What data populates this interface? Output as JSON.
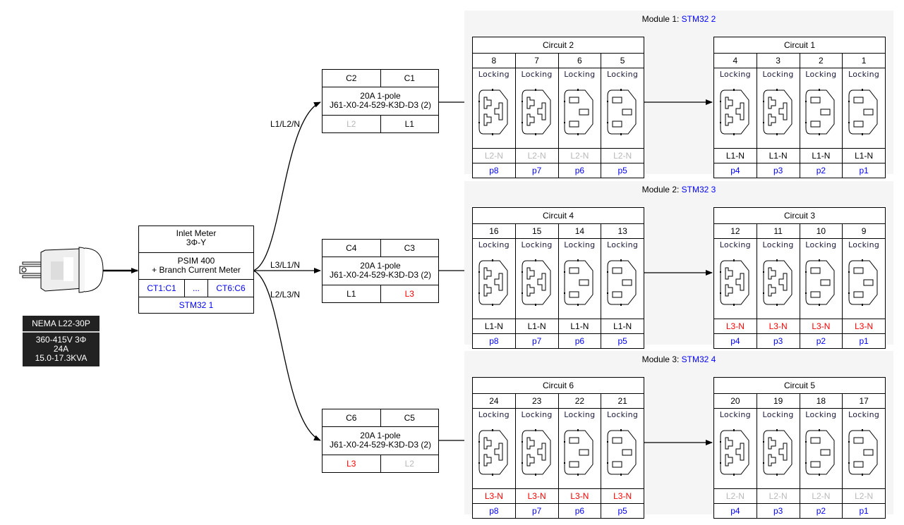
{
  "colors": {
    "blue": "#0000ff",
    "red": "#ff0000",
    "gray": "#b8b8b8",
    "panel": "#f5f5f5",
    "plug_label_bg": "#222222"
  },
  "plug": {
    "icon": "nema-l22-30p-plug-icon",
    "title": "NEMA L22-30P",
    "spec_lines": [
      "360-415V 3Φ",
      "24A",
      "15.0-17.3KVA"
    ]
  },
  "meter": {
    "title": "Inlet Meter",
    "subtitle": "3Φ-Y",
    "model": "PSIM 400",
    "model_sub": "+ Branch Current Meter",
    "ct_first": "CT1:C1",
    "ct_ellipsis": "...",
    "ct_last": "CT6:C6",
    "controller": "STM32 1"
  },
  "feeds": [
    {
      "label": "L1/L2/N"
    },
    {
      "label": "L3/L1/N"
    },
    {
      "label": "L2/L3/N"
    }
  ],
  "breakers": [
    {
      "left_id": "C2",
      "right_id": "C1",
      "rating": "20A 1-pole",
      "part": "J61-X0-24-529-K3D-D3 (2)",
      "left_phase": "L2",
      "left_phase_color": "gray",
      "right_phase": "L1",
      "right_phase_color": "black"
    },
    {
      "left_id": "C4",
      "right_id": "C3",
      "rating": "20A 1-pole",
      "part": "J61-X0-24-529-K3D-D3 (2)",
      "left_phase": "L1",
      "left_phase_color": "black",
      "right_phase": "L3",
      "right_phase_color": "red"
    },
    {
      "left_id": "C6",
      "right_id": "C5",
      "rating": "20A 1-pole",
      "part": "J61-X0-24-529-K3D-D3 (2)",
      "left_phase": "L3",
      "left_phase_color": "red",
      "right_phase": "L2",
      "right_phase_color": "gray"
    }
  ],
  "modules": [
    {
      "title_prefix": "Module 1: ",
      "controller": "STM32 2",
      "circuits": [
        {
          "title": "Circuit 2",
          "phase_color": "gray",
          "outlets": [
            {
              "num": "8",
              "type": "Locking",
              "style": "c19",
              "phase": "L2-N",
              "port": "p8"
            },
            {
              "num": "7",
              "type": "Locking",
              "style": "c19",
              "phase": "L2-N",
              "port": "p7"
            },
            {
              "num": "6",
              "type": "Locking",
              "style": "c13",
              "phase": "L2-N",
              "port": "p6"
            },
            {
              "num": "5",
              "type": "Locking",
              "style": "c13",
              "phase": "L2-N",
              "port": "p5"
            }
          ]
        },
        {
          "title": "Circuit 1",
          "phase_color": "black",
          "outlets": [
            {
              "num": "4",
              "type": "Locking",
              "style": "c19",
              "phase": "L1-N",
              "port": "p4"
            },
            {
              "num": "3",
              "type": "Locking",
              "style": "c19",
              "phase": "L1-N",
              "port": "p3"
            },
            {
              "num": "2",
              "type": "Locking",
              "style": "c13",
              "phase": "L1-N",
              "port": "p2"
            },
            {
              "num": "1",
              "type": "Locking",
              "style": "c13",
              "phase": "L1-N",
              "port": "p1"
            }
          ]
        }
      ]
    },
    {
      "title_prefix": "Module 2: ",
      "controller": "STM32 3",
      "circuits": [
        {
          "title": "Circuit 4",
          "phase_color": "black",
          "outlets": [
            {
              "num": "16",
              "type": "Locking",
              "style": "c19",
              "phase": "L1-N",
              "port": "p8"
            },
            {
              "num": "15",
              "type": "Locking",
              "style": "c19",
              "phase": "L1-N",
              "port": "p7"
            },
            {
              "num": "14",
              "type": "Locking",
              "style": "c13",
              "phase": "L1-N",
              "port": "p6"
            },
            {
              "num": "13",
              "type": "Locking",
              "style": "c13",
              "phase": "L1-N",
              "port": "p5"
            }
          ]
        },
        {
          "title": "Circuit 3",
          "phase_color": "red",
          "outlets": [
            {
              "num": "12",
              "type": "Locking",
              "style": "c19",
              "phase": "L3-N",
              "port": "p4"
            },
            {
              "num": "11",
              "type": "Locking",
              "style": "c19",
              "phase": "L3-N",
              "port": "p3"
            },
            {
              "num": "10",
              "type": "Locking",
              "style": "c13",
              "phase": "L3-N",
              "port": "p2"
            },
            {
              "num": "9",
              "type": "Locking",
              "style": "c13",
              "phase": "L3-N",
              "port": "p1"
            }
          ]
        }
      ]
    },
    {
      "title_prefix": "Module 3: ",
      "controller": "STM32 4",
      "circuits": [
        {
          "title": "Circuit 6",
          "phase_color": "red",
          "outlets": [
            {
              "num": "24",
              "type": "Locking",
              "style": "c19",
              "phase": "L3-N",
              "port": "p8"
            },
            {
              "num": "23",
              "type": "Locking",
              "style": "c19",
              "phase": "L3-N",
              "port": "p7"
            },
            {
              "num": "22",
              "type": "Locking",
              "style": "c13",
              "phase": "L3-N",
              "port": "p6"
            },
            {
              "num": "21",
              "type": "Locking",
              "style": "c13",
              "phase": "L3-N",
              "port": "p5"
            }
          ]
        },
        {
          "title": "Circuit 5",
          "phase_color": "gray",
          "outlets": [
            {
              "num": "20",
              "type": "Locking",
              "style": "c19",
              "phase": "L2-N",
              "port": "p4"
            },
            {
              "num": "19",
              "type": "Locking",
              "style": "c19",
              "phase": "L2-N",
              "port": "p3"
            },
            {
              "num": "18",
              "type": "Locking",
              "style": "c13",
              "phase": "L2-N",
              "port": "p2"
            },
            {
              "num": "17",
              "type": "Locking",
              "style": "c13",
              "phase": "L2-N",
              "port": "p1"
            }
          ]
        }
      ]
    }
  ]
}
